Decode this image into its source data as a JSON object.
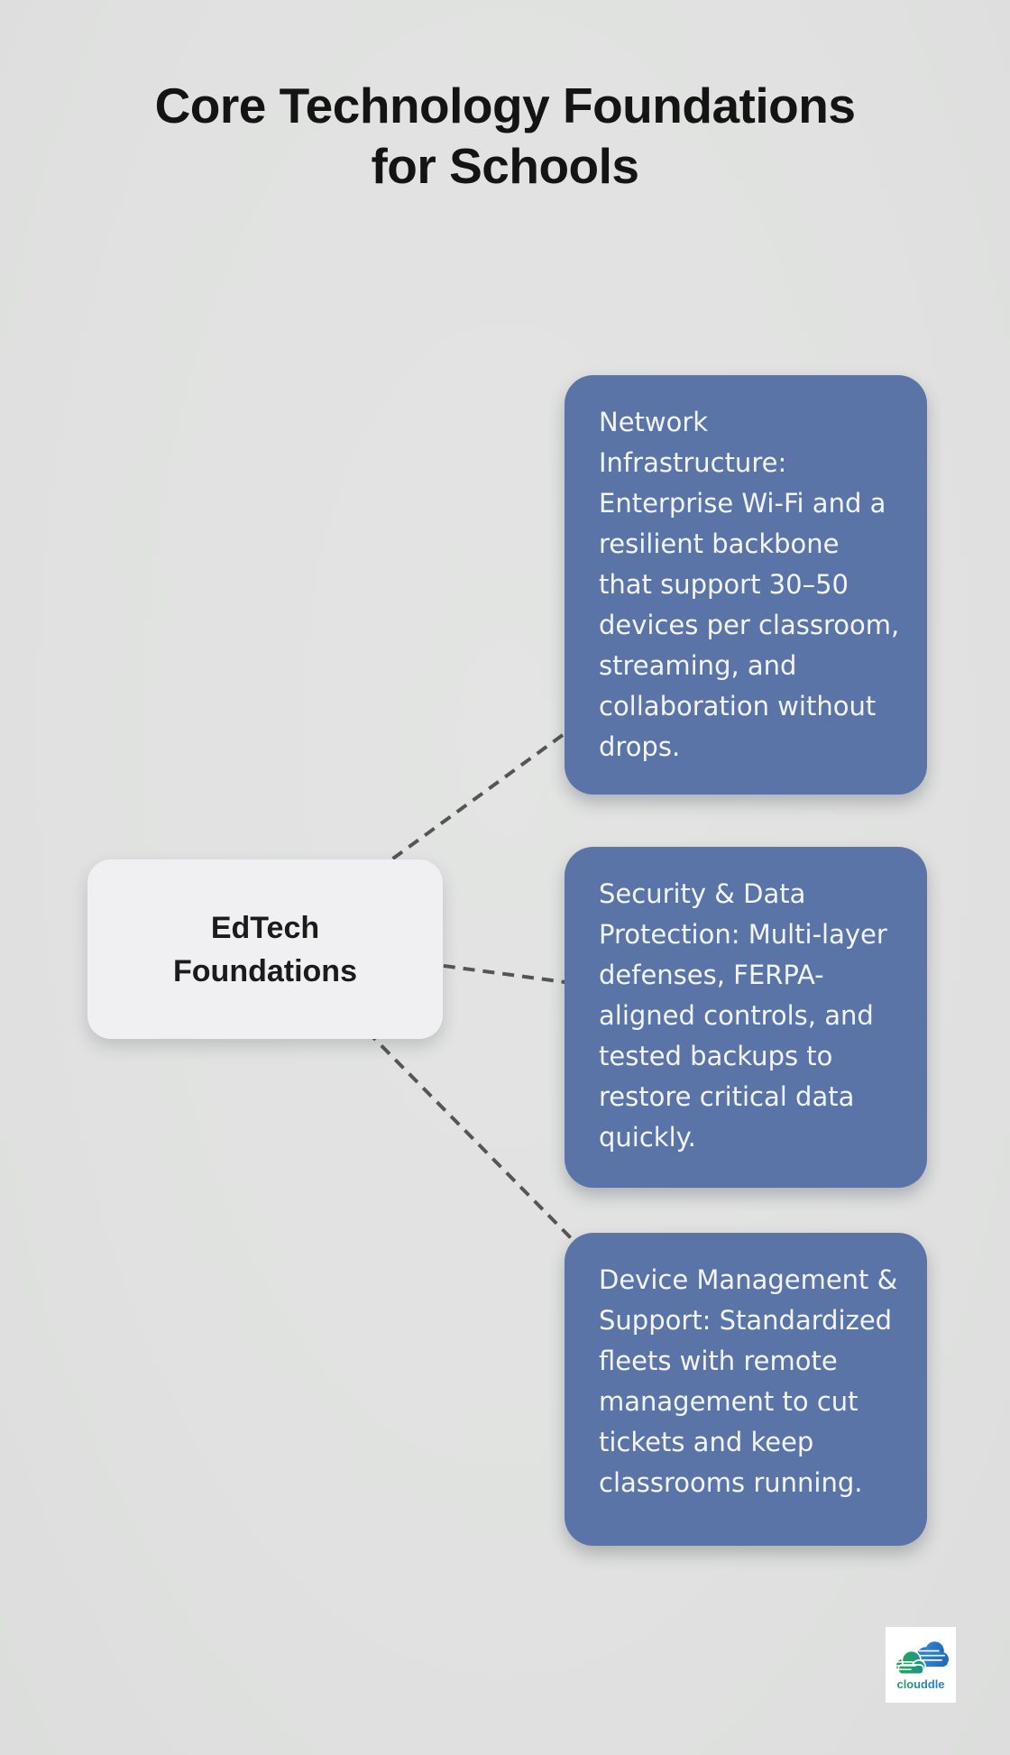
{
  "title": {
    "lines": [
      "Core Technology Foundations",
      "for Schools"
    ]
  },
  "center_node": {
    "lines": [
      "EdTech",
      "Foundations"
    ]
  },
  "branches": [
    {
      "name": "network-infrastructure",
      "lines": [
        "Network",
        "Infrastructure:",
        "Enterprise Wi-Fi and a",
        "resilient backbone",
        "that support 30–50",
        "devices per classroom,",
        "streaming, and",
        "collaboration without",
        "drops."
      ]
    },
    {
      "name": "security-data-protection",
      "lines": [
        "Security & Data",
        "Protection: Multi-layer",
        "defenses, FERPA-",
        "aligned controls, and",
        "tested backups to",
        "restore critical data",
        "quickly."
      ]
    },
    {
      "name": "device-management-support",
      "lines": [
        "Device Management &",
        "Support: Standardized",
        "fleets with remote",
        "management to cut",
        "tickets and keep",
        "classrooms running."
      ]
    }
  ],
  "logo": {
    "text": "clouddle"
  },
  "colors": {
    "background": "#e0e1e0",
    "branch_fill": "#5b74a8",
    "branch_text": "#f2f4f8",
    "node_fill": "#f0f0f2",
    "node_text": "#1b1b1b",
    "connector": "#555555",
    "title_text": "#141414",
    "logo_green": "#22a065",
    "logo_teal": "#1e9489",
    "logo_blue": "#2b7cc9",
    "logo_bg": "#ffffff"
  }
}
